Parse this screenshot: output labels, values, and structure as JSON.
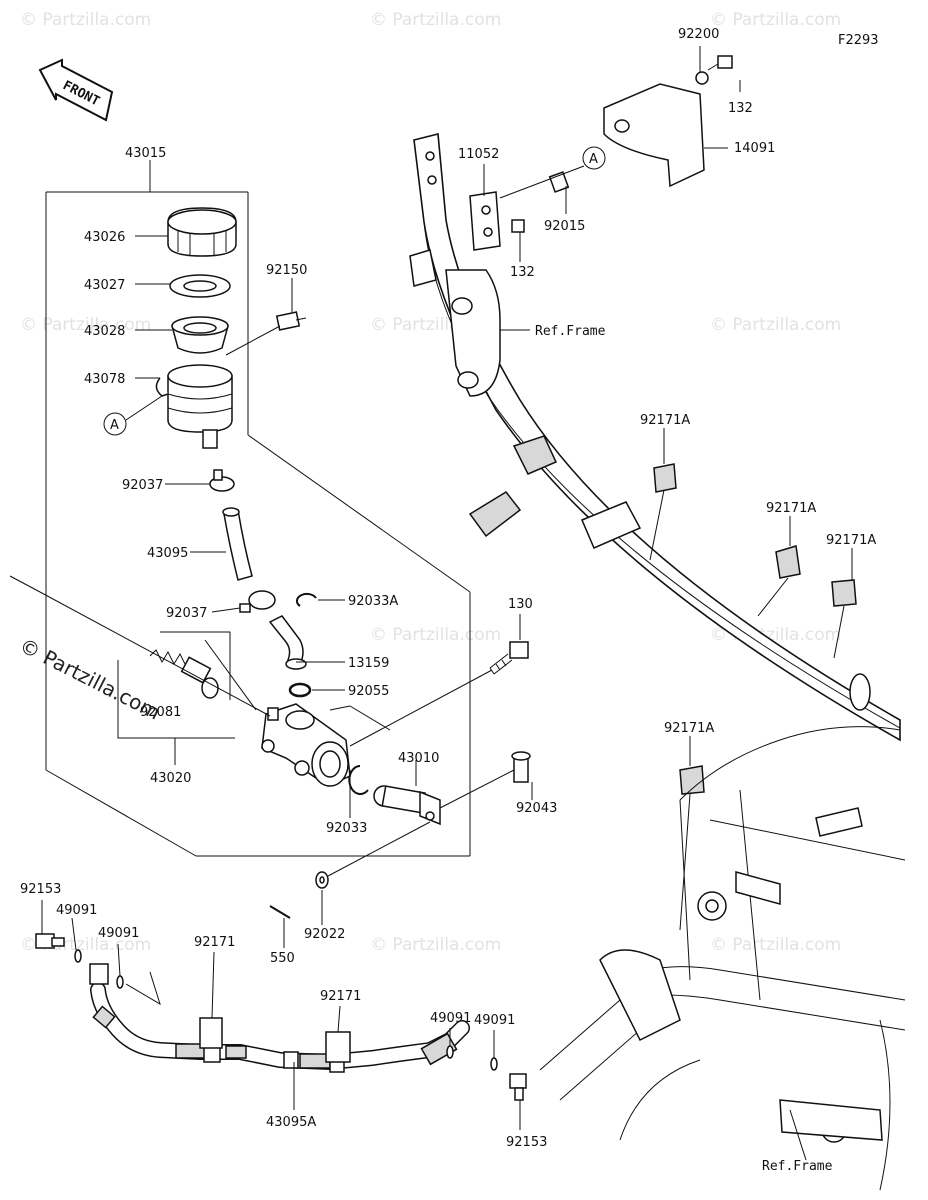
{
  "diagram_code": "F2293",
  "front_label": "FRONT",
  "watermark": "© Partzilla.com",
  "watermark_large": "© Partzilla.com",
  "callout_letter": "A",
  "labels": {
    "p43015": "43015",
    "p43026": "43026",
    "p43027": "43027",
    "p43028": "43028",
    "p43078": "43078",
    "p92150": "92150",
    "p92037a": "92037",
    "p43095": "43095",
    "p92037b": "92037",
    "p92033A": "92033A",
    "p13159": "13159",
    "p92055": "92055",
    "p92081": "92081",
    "p43020": "43020",
    "p130": "130",
    "p43010": "43010",
    "p92033": "92033",
    "p92043": "92043",
    "p92022": "92022",
    "p550": "550",
    "p92153a": "92153",
    "p49091a": "49091",
    "p49091b": "49091",
    "p92171a": "92171",
    "p92171b": "92171",
    "p49091c": "49091",
    "p49091d": "49091",
    "p43095A": "43095A",
    "p92153b": "92153",
    "p92200": "92200",
    "p132a": "132",
    "p14091": "14091",
    "p11052": "11052",
    "p92015": "92015",
    "p132b": "132",
    "refframe1": "Ref.Frame",
    "p92171Aa": "92171A",
    "p92171Ab": "92171A",
    "p92171Ac": "92171A",
    "p92171Ad": "92171A",
    "refframe2": "Ref.Frame"
  }
}
